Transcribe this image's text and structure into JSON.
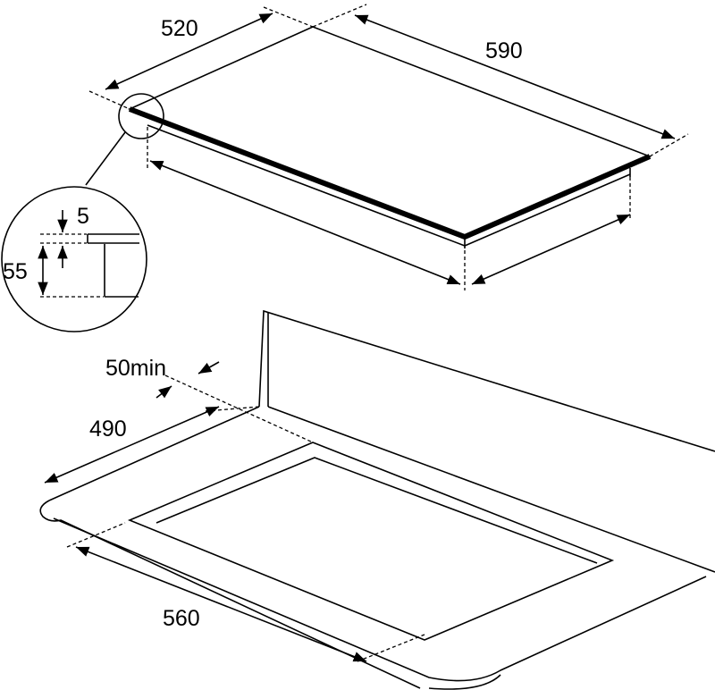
{
  "labels": {
    "hob_depth": "520",
    "hob_width": "590",
    "glass_thickness": "5",
    "hob_height": "55",
    "min_back_distance": "50min",
    "cutout_depth": "490",
    "cutout_width": "560"
  }
}
